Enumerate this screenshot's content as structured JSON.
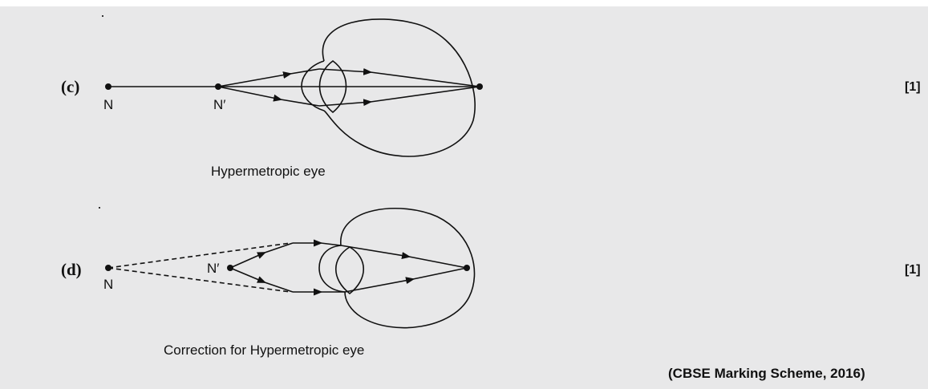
{
  "part_c": {
    "label": "(c)",
    "points": {
      "object": "N",
      "near_point": "N′"
    },
    "caption": "Hypermetropic eye",
    "marks": "[1]"
  },
  "part_d": {
    "label": "(d)",
    "points": {
      "object": "N",
      "near_point": "N′"
    },
    "caption": "Correction for Hypermetropic eye",
    "marks": "[1]"
  },
  "source": "(CBSE Marking Scheme, 2016)",
  "colors": {
    "panel": "#e8e8e9",
    "ink": "#111111"
  }
}
